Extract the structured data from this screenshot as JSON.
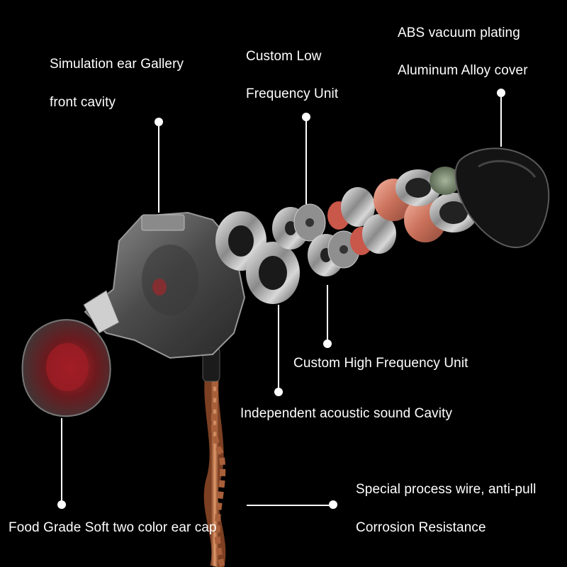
{
  "labels": {
    "gallery_line1": "Simulation ear Gallery",
    "gallery_line2": "front cavity",
    "low_line1": "Custom Low",
    "low_line2": "Frequency Unit",
    "abs_line1": "ABS vacuum plating",
    "abs_line2": "Aluminum Alloy cover",
    "high": "Custom High Frequency Unit",
    "cavity": "Independent acoustic sound Cavity",
    "wire_line1": "Special process wire, anti-pull",
    "wire_line2": "Corrosion Resistance",
    "earcap": "Food Grade Soft two color ear cap"
  },
  "colors": {
    "background": "#000000",
    "text": "#ffffff",
    "cable": "#c77a4e",
    "eartip_red": "#c0222a",
    "shell": "#6d6d6d",
    "chrome": "#bdbdbd",
    "copper": "#d9826c",
    "cover": "#161616"
  }
}
